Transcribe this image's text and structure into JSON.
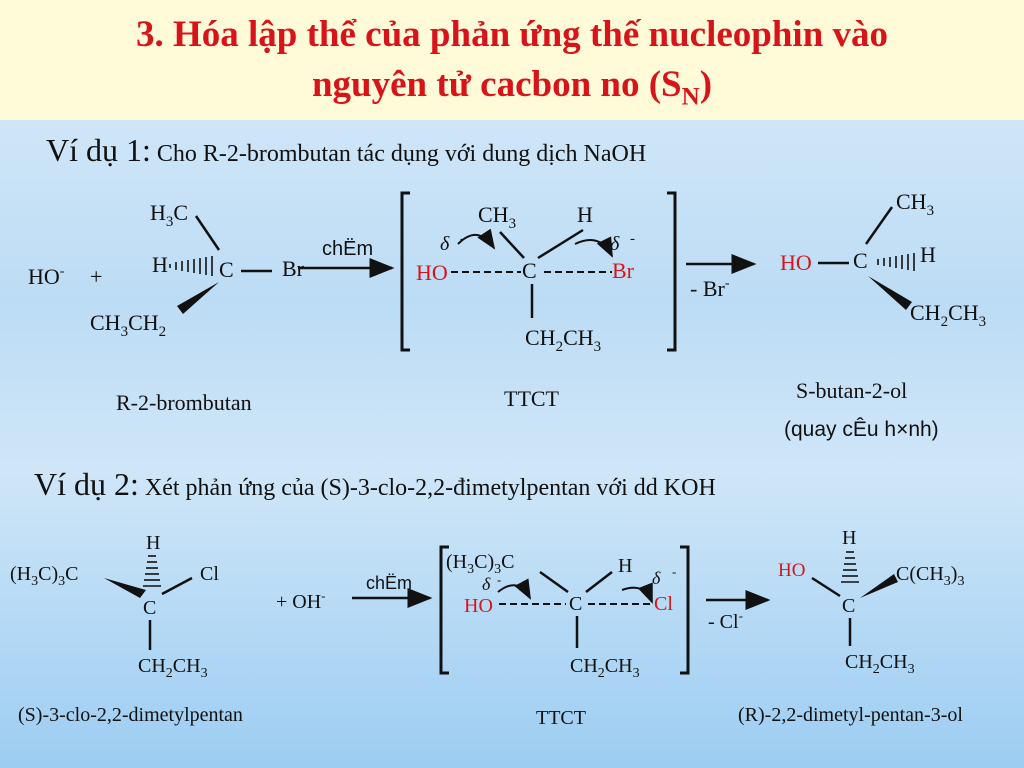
{
  "title": {
    "line1": "3. Hóa lập thể của phản ứng thế nucleophin vào",
    "line2": "nguyên tử cacbon no (S",
    "line2_sub": "N",
    "line2_end": ")"
  },
  "example1": {
    "label": "Ví dụ 1:",
    "text": "Cho R-2-brombutan tác dụng với dung dịch NaOH",
    "reactant_names": {
      "nucleophile": "HO",
      "plus": "+",
      "name": "R-2-brombutan"
    },
    "reactant_groups": {
      "top": "H",
      "top_sub": "3",
      "top_end": "C",
      "h": "H",
      "c": "C",
      "br": "Br",
      "bottom": "CH",
      "bottom_sub1": "3",
      "bottom_mid": "CH",
      "bottom_sub2": "2"
    },
    "arrow_label": "chËm",
    "ts": {
      "ch3": "CH",
      "ch3_sub": "3",
      "h": "H",
      "ho": "HO",
      "c": "C",
      "br": "Br",
      "delta": "δ",
      "minus": "-",
      "bottom": "CH",
      "bottom_sub1": "2",
      "bottom_mid": "CH",
      "bottom_sub2": "3",
      "name": "TTCT"
    },
    "leaving": "- Br",
    "product": {
      "ch3": "CH",
      "ch3_sub": "3",
      "ho": "HO",
      "c": "C",
      "h": "H",
      "bottom": "CH",
      "bottom_sub1": "2",
      "bottom_mid": "CH",
      "bottom_sub2": "3",
      "name": "S-butan-2-ol",
      "note": "(quay cÊu h×nh)"
    }
  },
  "example2": {
    "label": "Ví dụ 2:",
    "text": "Xét phản ứng của (S)-3-clo-2,2-đimetylpentan với dd KOH",
    "reactant": {
      "h": "H",
      "left": "(H",
      "left_sub1": "3",
      "left_mid": "C)",
      "left_sub2": "3",
      "left_end": "C",
      "cl": "Cl",
      "c": "C",
      "bottom": "CH",
      "bottom_sub1": "2",
      "bottom_mid": "CH",
      "bottom_sub2": "3",
      "name": "(S)-3-clo-2,2-dimetylpentan"
    },
    "plus_oh": "+  OH",
    "arrow_label": "chËm",
    "ts": {
      "top": "(H",
      "top_sub1": "3",
      "top_mid": "C)",
      "top_sub2": "3",
      "top_end": "C",
      "h": "H",
      "ho": "HO",
      "c": "C",
      "cl": "Cl",
      "delta": "δ",
      "minus": "-",
      "bottom": "CH",
      "bottom_sub1": "2",
      "bottom_mid": "CH",
      "bottom_sub2": "3",
      "name": "TTCT"
    },
    "leaving": "- Cl",
    "product": {
      "h": "H",
      "ho": "HO",
      "c": "C",
      "right": "C(CH",
      "right_sub": "3",
      "right_end": ")",
      "right_sub2": "3",
      "bottom": "CH",
      "bottom_sub1": "2",
      "bottom_mid": "CH",
      "bottom_sub2": "3",
      "name": "(R)-2,2-dimetyl-pentan-3-ol"
    }
  },
  "colors": {
    "title": "#d8141b",
    "highlight": "#d8141b"
  }
}
